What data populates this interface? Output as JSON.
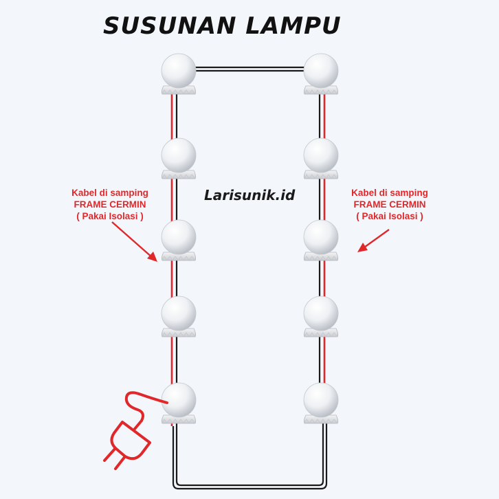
{
  "title": "SUSUNAN LAMPU",
  "watermark": "Larisunik.id",
  "left_note": {
    "line1": "Kabel di samping",
    "line2": "FRAME CERMIN",
    "line3": "( Pakai Isolasi )"
  },
  "right_note": {
    "line1": "Kabel di samping",
    "line2": "FRAME CERMIN",
    "line3": "( Pakai Isolasi )"
  },
  "bulbs": {
    "left_column_count": 5,
    "right_column_count": 5
  },
  "colors": {
    "wire_red": "#e0282a",
    "wire_black": "#1a1a1a",
    "plug": "#e0282a",
    "annotation": "#e0282a",
    "background": "#f3f6fb"
  },
  "icons": {
    "plug": "power-plug-icon",
    "arrow": "arrow-icon",
    "bulb": "light-bulb-icon"
  }
}
